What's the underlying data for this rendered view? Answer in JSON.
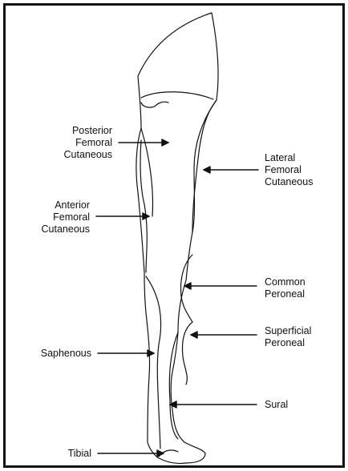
{
  "colors": {
    "line": "#111111",
    "background": "#ffffff"
  },
  "labels": {
    "posterior_femoral_cutaneous": "Posterior\nFemoral\nCutaneous",
    "lateral_femoral_cutaneous": "Lateral\nFemoral\nCutaneous",
    "anterior_femoral_cutaneous": "Anterior\nFemoral\nCutaneous",
    "common_peroneal": "Common\nPeroneal",
    "superficial_peroneal": "Superficial\nPeroneal",
    "saphenous": "Saphenous",
    "sural": "Sural",
    "tibial": "Tibial"
  }
}
